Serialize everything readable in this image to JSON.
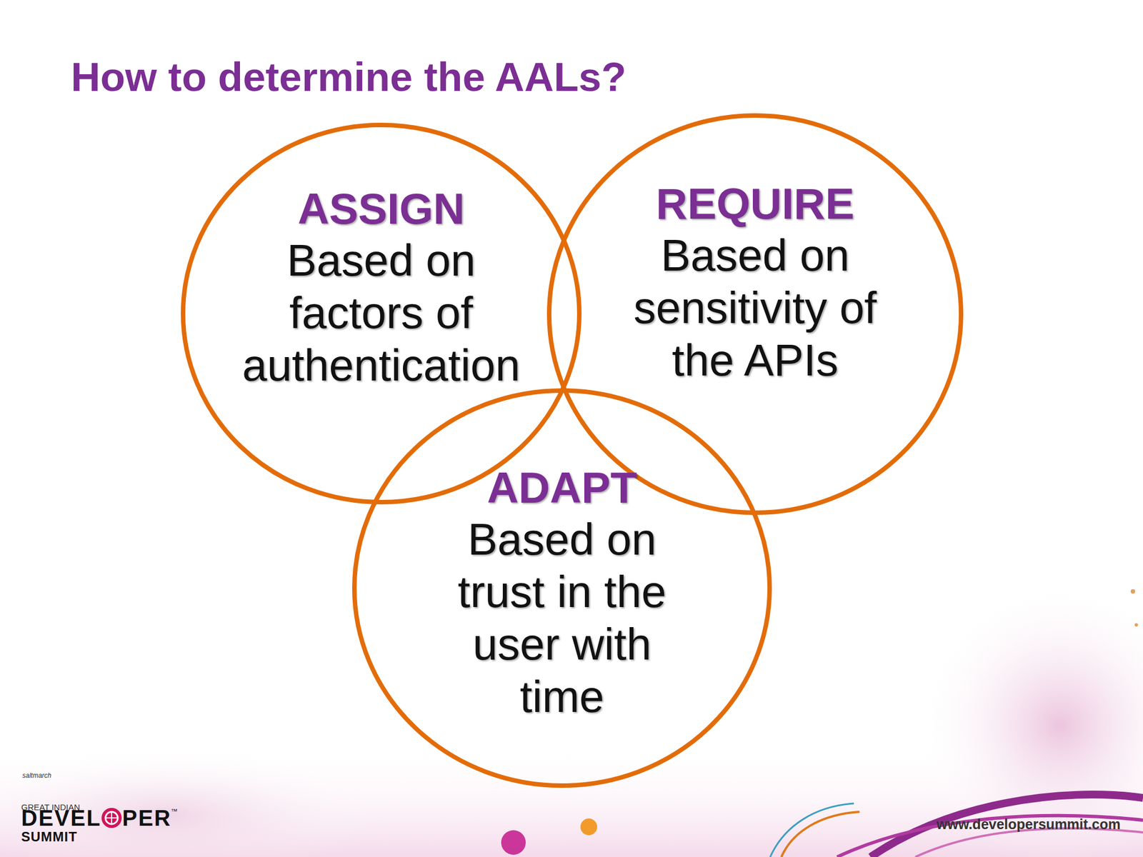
{
  "diagram": {
    "title": "How to determine the AALs?",
    "nodes": [
      {
        "text": [
          "ASSIGN",
          "Based on factors of authentication"
        ]
      },
      {
        "text": [
          "REQUIRE",
          "Based on sensitivity of the APIs"
        ]
      },
      {
        "text": [
          "ADAPT",
          "Based on trust in the user with time"
        ]
      }
    ],
    "labels": [
      "saltmarch",
      "GREAT INDIAN",
      "DEVEL",
      "PER",
      "™",
      "SUMMIT",
      "www.developersummit.com"
    ]
  }
}
